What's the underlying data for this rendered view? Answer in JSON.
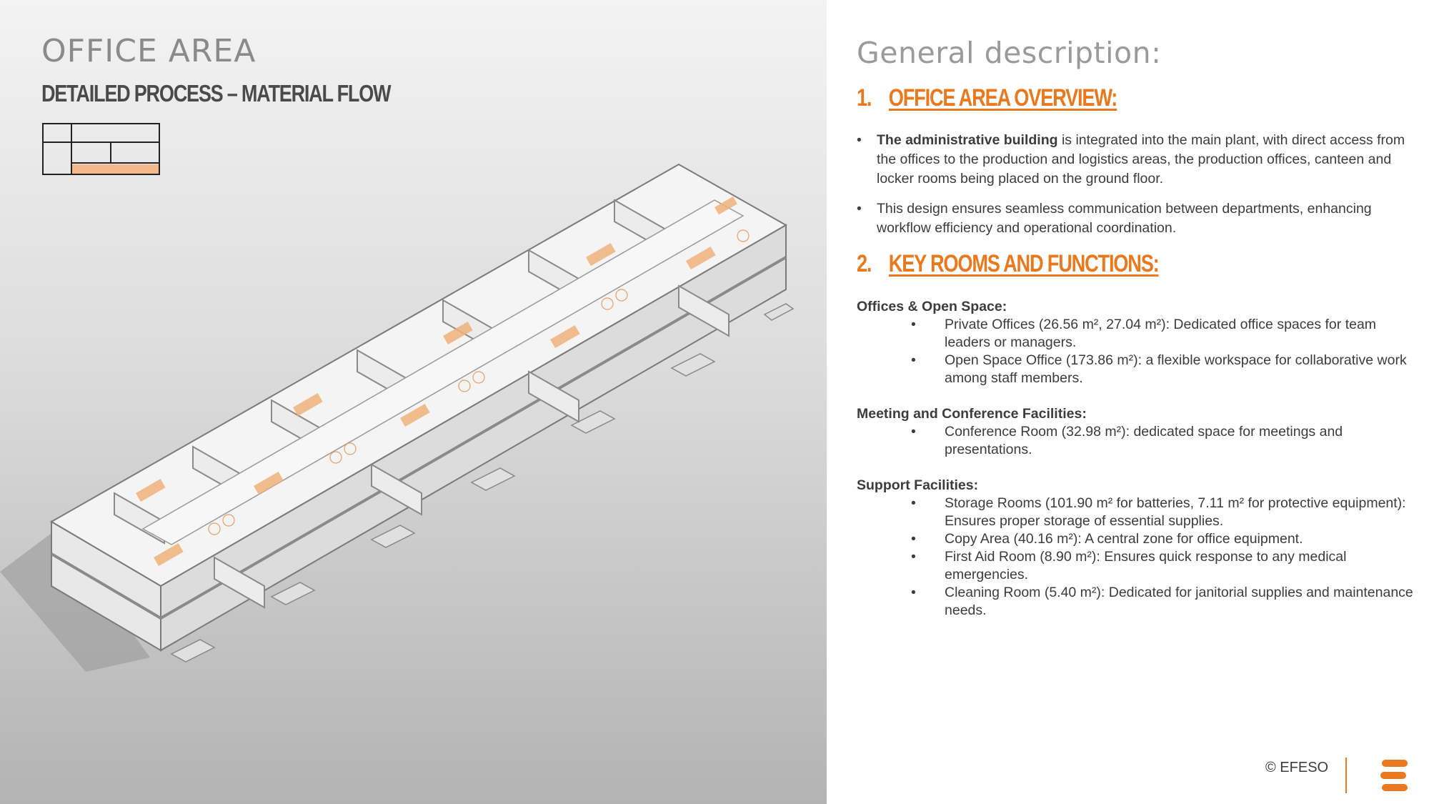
{
  "left": {
    "title": "OFFICE AREA",
    "subtitle": "DETAILED PROCESS – MATERIAL FLOW"
  },
  "right": {
    "heading": "General description:",
    "sections": [
      {
        "number": "1.",
        "title": "OFFICE AREA OVERVIEW:"
      },
      {
        "number": "2.",
        "title": "KEY ROOMS AND FUNCTIONS:"
      }
    ],
    "overview": [
      {
        "bold": "The administrative building",
        "text": " is integrated into the main plant, with direct access from the offices to the production and logistics areas, the production offices, canteen and locker rooms being placed on the ground floor."
      },
      {
        "bold": "",
        "text": "This design ensures seamless communication between departments, enhancing workflow efficiency and operational coordination."
      }
    ],
    "groups": [
      {
        "title": "Offices & Open Space:",
        "items": [
          "Private Offices (26.56 m², 27.04 m²): Dedicated office spaces for team leaders or managers.",
          "Open Space Office (173.86 m²): a flexible workspace for collaborative work among staff members."
        ]
      },
      {
        "title": "Meeting and Conference Facilities:",
        "items": [
          "Conference Room (32.98 m²): dedicated space for meetings and presentations."
        ]
      },
      {
        "title": "Support Facilities:",
        "items": [
          "Storage Rooms (101.90 m² for batteries, 7.11 m² for protective equipment): Ensures proper storage of essential supplies.",
          "Copy Area (40.16 m²): A central zone for office equipment.",
          "First Aid Room (8.90 m²): Ensures quick response to any medical emergencies.",
          "Cleaning Room (5.40 m²): Dedicated for janitorial supplies and maintenance needs."
        ]
      }
    ]
  },
  "footer": {
    "copyright": "© EFESO"
  },
  "colors": {
    "accent": "#e8791f",
    "text": "#3c3c3c",
    "muted": "#9a9a9a",
    "keyplan_highlight": "#f2b98a"
  },
  "icons": {
    "logo": "efeso-logo-icon",
    "keyplan": "key-plan-icon",
    "drawing": "isometric-building-drawing"
  }
}
